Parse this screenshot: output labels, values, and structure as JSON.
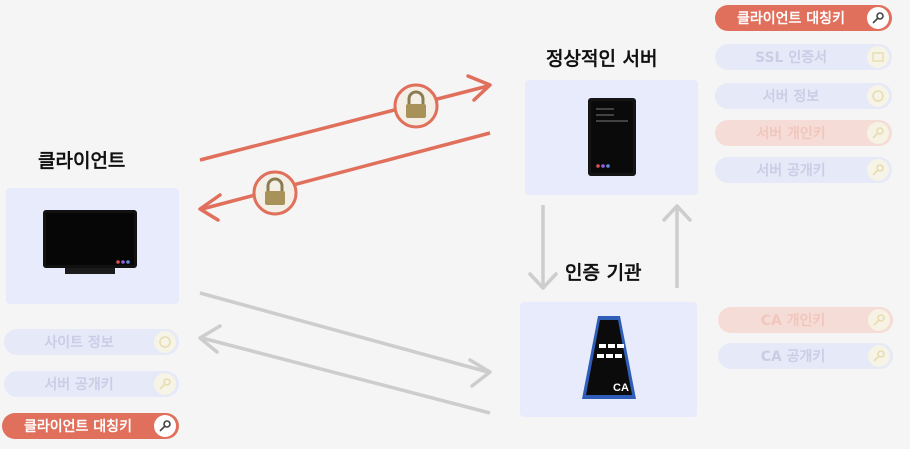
{
  "client": {
    "title": "클라이언트",
    "pills": [
      {
        "label": "사이트 정보",
        "icon": "certificate-icon",
        "state": "faded"
      },
      {
        "label": "서버 공개키",
        "icon": "key-icon",
        "state": "faded"
      },
      {
        "label": "클라이언트 대칭키",
        "icon": "key-icon",
        "state": "active"
      }
    ]
  },
  "server": {
    "title": "정상적인 서버",
    "pills": [
      {
        "label": "클라이언트 대칭키",
        "icon": "key-icon",
        "state": "active"
      },
      {
        "label": "SSL 인증서",
        "icon": "certificate-icon",
        "state": "faded"
      },
      {
        "label": "서버 정보",
        "icon": "certificate-icon",
        "state": "faded"
      },
      {
        "label": "서버 개인키",
        "icon": "key-icon",
        "state": "faded-red"
      },
      {
        "label": "서버 공개키",
        "icon": "key-icon",
        "state": "faded"
      }
    ]
  },
  "ca": {
    "title": "인증 기관",
    "tower_label": "CA",
    "pills": [
      {
        "label": "CA 개인키",
        "icon": "key-icon",
        "state": "faded-red"
      },
      {
        "label": "CA 공개키",
        "icon": "key-icon",
        "state": "faded"
      }
    ]
  },
  "colors": {
    "accent": "#e06f5c",
    "faded_arrow": "#cdcdcd",
    "panel": "#e4e9fb"
  }
}
